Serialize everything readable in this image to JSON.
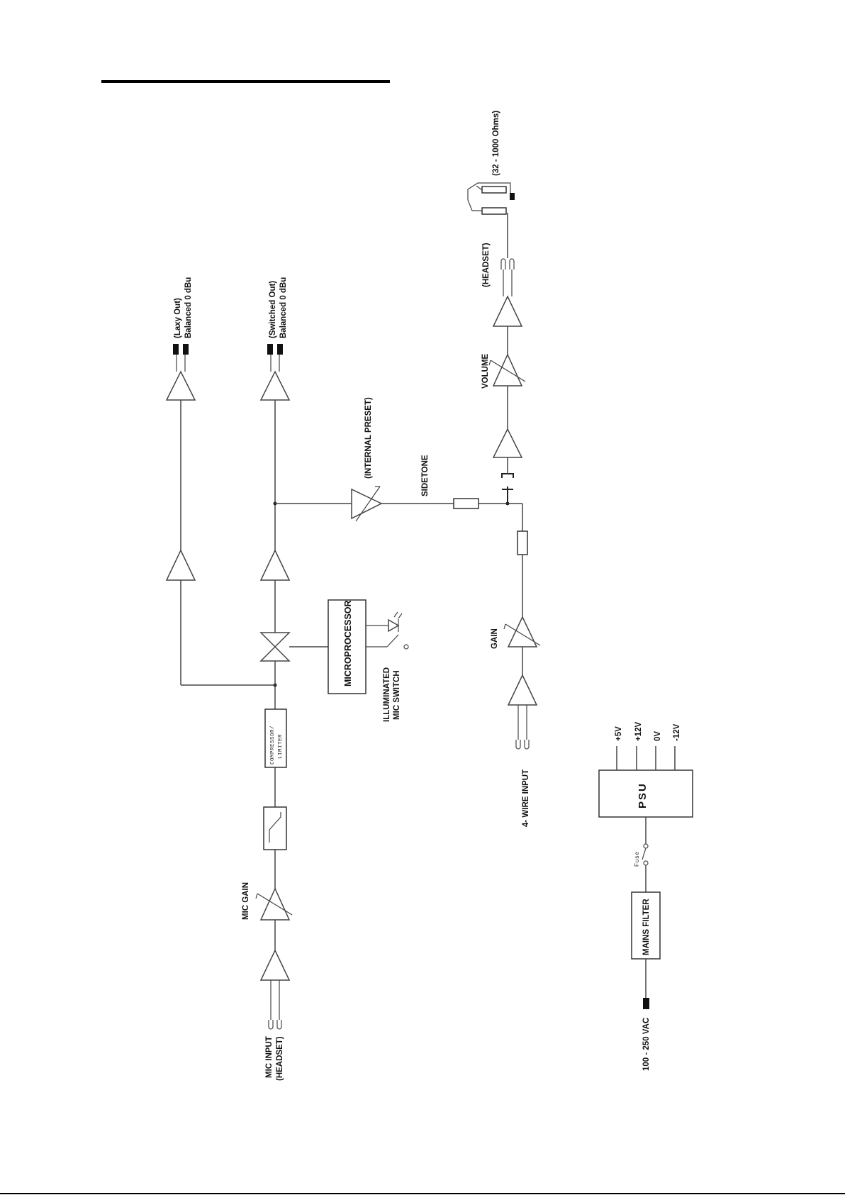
{
  "labels": {
    "mic_input_line1": "MIC INPUT",
    "mic_input_line2": "(HEADSET)",
    "mic_gain": "MIC GAIN",
    "compressor_line1": "COMPRESSOR/",
    "compressor_line2": "LIMITER",
    "microprocessor": "MICROPROCESSOR",
    "illuminated_line1": "ILLUMINATED",
    "illuminated_line2": "MIC SWITCH",
    "lazy_out_line1": "(Laxy Out)",
    "lazy_out_line2": "Balanced 0 dBu",
    "switched_out_line1": "(Switched Out)",
    "switched_out_line2": "Balanced 0 dBu",
    "internal_preset": "(INTERNAL PRESET)",
    "sidetone": "SIDETONE",
    "volume": "VOLUME",
    "gain": "GAIN",
    "four_wire_input": "4- WIRE INPUT",
    "headset": "(HEADSET)",
    "headset_impedance": "(32 - 1000 Ohms)",
    "psu": "PSU",
    "rail_5v": "+5V",
    "rail_12v": "+12V",
    "rail_0v": "0V",
    "rail_m12v": "-12V",
    "fuse": "Fuse",
    "mains_filter": "MAINS FILTER",
    "mains_input": "100 - 250 VAC"
  }
}
